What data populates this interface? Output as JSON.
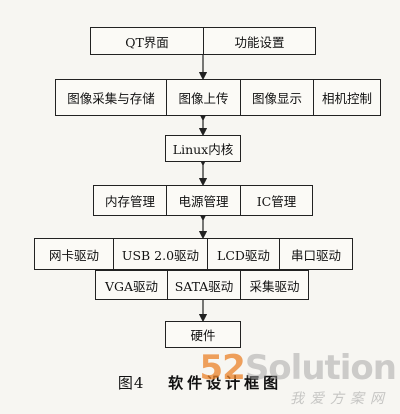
{
  "diagram": {
    "row_ui": [
      "QT界面",
      "功能设置"
    ],
    "row_apps": [
      "图像采集与存储",
      "图像上传",
      "图像显示",
      "相机控制"
    ],
    "kernel": "Linux内核",
    "row_mgmt": [
      "内存管理",
      "电源管理",
      "IC管理"
    ],
    "row_drivers_1": [
      "网卡驱动",
      "USB 2.0驱动",
      "LCD驱动",
      "串口驱动"
    ],
    "row_drivers_2": [
      "VGA驱动",
      "SATA驱动",
      "采集驱动"
    ],
    "hardware": "硬件"
  },
  "caption": {
    "figure": "图4",
    "title": "软件设计框图"
  },
  "watermark": {
    "num": "52",
    "brand": "Solution",
    "sub": "我爱方案网"
  },
  "colors": {
    "line": "#222222",
    "box_fill": "#fbfaf6",
    "background": "#f7f6f2"
  }
}
